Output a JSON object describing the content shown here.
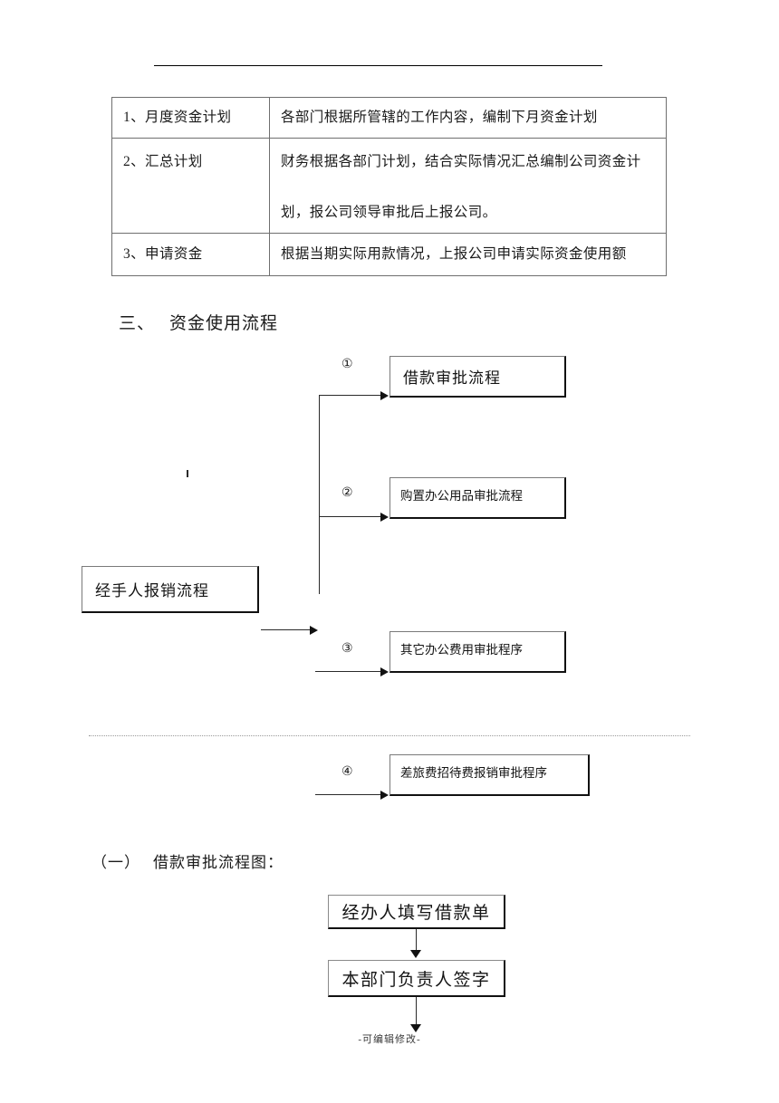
{
  "document": {
    "footer_note": "-可编辑修改-"
  },
  "fund_plan_table": {
    "rows": [
      {
        "label": "1、月度资金计划",
        "description_lines": [
          "各部门根据所管辖的工作内容，编制下月资金计划"
        ]
      },
      {
        "label": "2、汇总计划",
        "description_lines": [
          "财务根据各部门计划，结合实际情况汇总编制公司资金计",
          "划，报公司领导审批后上报公司。"
        ]
      },
      {
        "label": "3、申请资金",
        "description_lines": [
          "根据当期实际用款情况，上报公司申请实际资金使用额"
        ]
      }
    ]
  },
  "section_three": {
    "number": "三、",
    "title": "资金使用流程"
  },
  "fund_usage_flow": {
    "source_box": "经手人报销流程",
    "branches": [
      {
        "marker": "①",
        "label": "借款审批流程"
      },
      {
        "marker": "②",
        "label": "购置办公用品审批流程"
      },
      {
        "marker": "③",
        "label": "其它办公费用审批程序"
      },
      {
        "marker": "④",
        "label": "差旅费招待费报销审批程序"
      }
    ]
  },
  "section_one": {
    "number": "（一）",
    "title": "借款审批流程图："
  },
  "loan_flowchart": {
    "steps": [
      "经办人填写借款单",
      "本部门负责人签字"
    ]
  },
  "colors": {
    "ink": "#1a1a1a",
    "rule": "#000000",
    "table_border": "#6f6f6f",
    "box_border_light": "#7a7a7a",
    "box_border_dark": "#111111",
    "separator": "#9a9a9a",
    "page_background": "#ffffff"
  }
}
